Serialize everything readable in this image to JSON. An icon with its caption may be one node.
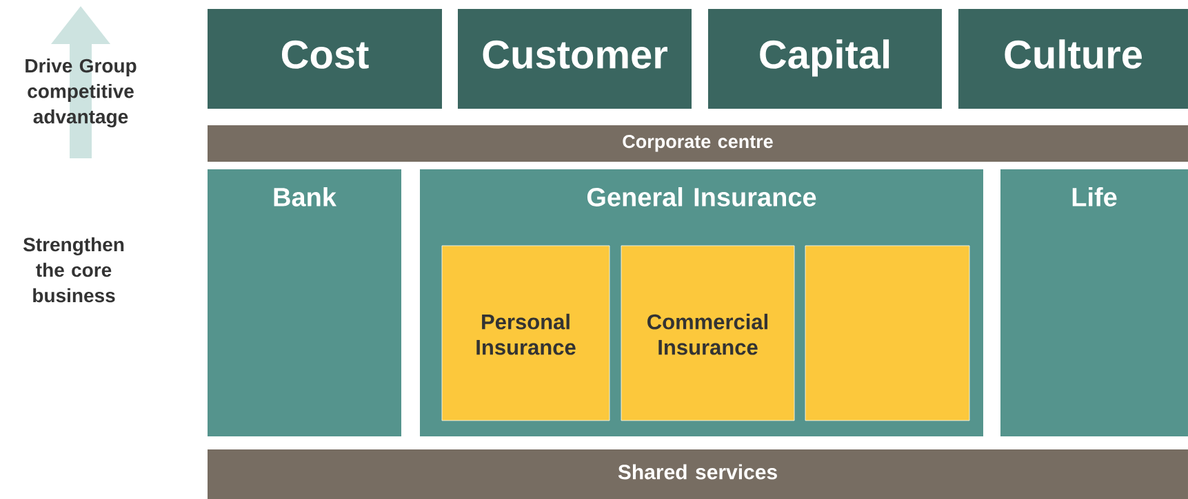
{
  "diagram": {
    "nodes": [
      {
        "text": [
          "Cost"
        ]
      },
      {
        "text": [
          "Customer"
        ]
      },
      {
        "text": [
          "Capital"
        ]
      },
      {
        "text": [
          "Culture"
        ]
      },
      {
        "text": [
          "Corporate centre"
        ]
      },
      {
        "text": [
          "Bank"
        ]
      },
      {
        "text": [
          "General Insurance"
        ]
      },
      {
        "text": [
          "Life"
        ]
      },
      {
        "text": [
          "Personal Insurance"
        ],
        "in": 6
      },
      {
        "text": [
          "Commercial Insurance"
        ],
        "in": 6
      },
      {
        "text": [],
        "shape": "box",
        "in": 6
      },
      {
        "text": [
          "Shared services"
        ]
      }
    ],
    "labels": [
      "Drive Group competitive advantage",
      "Strengthen the core business"
    ]
  }
}
